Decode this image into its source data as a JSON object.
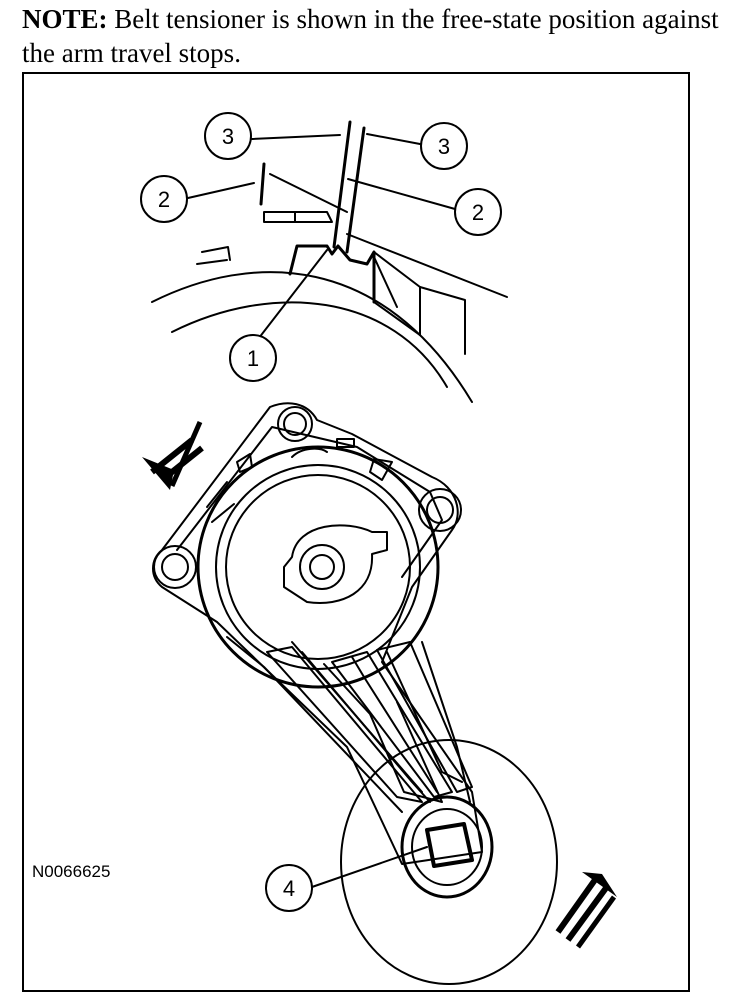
{
  "note": {
    "label": "NOTE:",
    "text": " Belt tensioner is shown in the free-state position against the arm travel stops."
  },
  "callouts": {
    "c1": "1",
    "c2a": "2",
    "c2b": "2",
    "c3a": "3",
    "c3b": "3",
    "c4": "4"
  },
  "figure_id": "N0066625"
}
